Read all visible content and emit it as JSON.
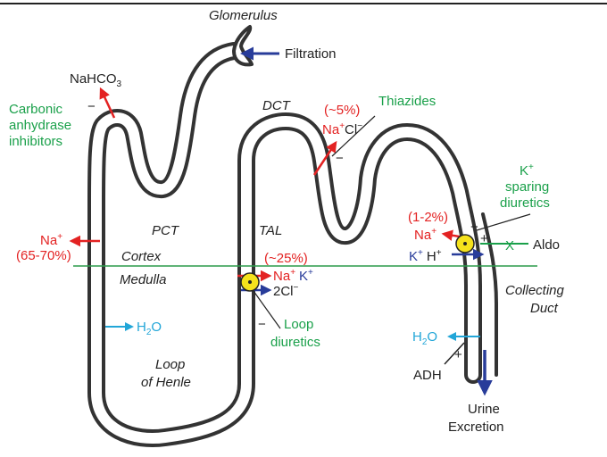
{
  "colors": {
    "tubule": "#333333",
    "red": "#e32222",
    "green": "#1aa04a",
    "blue": "#283c9a",
    "cyan": "#22a6d8",
    "pump": "#f5e21c",
    "divider": "#2a9a4a"
  },
  "labels": {
    "glomerulus": "Glomerulus",
    "filtration": "Filtration",
    "nahco3_base": "NaHCO",
    "nahco3_sub": "3",
    "carbonic_l1": "Carbonic",
    "carbonic_l2": "anhydrase",
    "carbonic_l3": "inhibitors",
    "minus": "−",
    "plus": "+",
    "dct": "DCT",
    "thiazides": "Thiazides",
    "pct_5": "(~5%)",
    "na_cl_na": "Na",
    "na_cl_cl": "Cl",
    "sup_plus": "+",
    "sup_minus": "−",
    "pct": "PCT",
    "tal": "TAL",
    "na_left": "Na",
    "pct_65_70": "(65-70%)",
    "cortex": "Cortex",
    "medulla": "Medulla",
    "pct_25": "(~25%)",
    "na_k_na": "Na",
    "na_k_k": "K",
    "two_cl": "2Cl",
    "h2o_left": "H",
    "h2o_sub": "2",
    "h2o_o": "O",
    "loop_diuretics_l1": "Loop",
    "loop_diuretics_l2": "diuretics",
    "loop_of_henle_l1": "Loop",
    "loop_of_henle_l2": "of Henle",
    "k_sparing_k": "K",
    "k_sparing_l2": "sparing",
    "k_sparing_l3": "diuretics",
    "pct_1_2": "(1-2%)",
    "na_cd": "Na",
    "k_cd": "K",
    "h_cd": "H",
    "aldo": "Aldo",
    "x_mark": "X",
    "collecting_l1": "Collecting",
    "collecting_l2": "Duct",
    "h2o_right": "H",
    "adh": "ADH",
    "urine_l1": "Urine",
    "urine_l2": "Excretion"
  }
}
